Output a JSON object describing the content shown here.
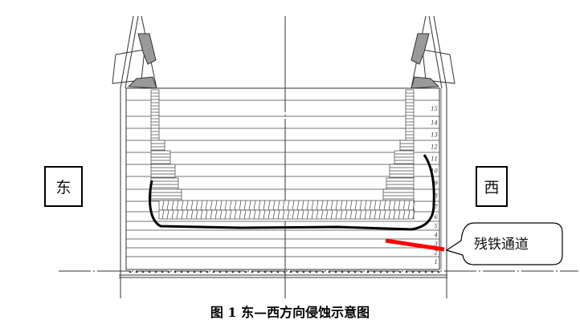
{
  "labels": {
    "east": "东",
    "west": "西",
    "callout": "残铁通道",
    "caption": "图 1  东—西方向侵蚀示意图"
  },
  "course_numbers": [
    "1",
    "2",
    "3",
    "4",
    "5",
    "6",
    "7",
    "8",
    "9",
    "10",
    "11",
    "12",
    "13",
    "14",
    "15"
  ],
  "colors": {
    "erosion_line": "#000000",
    "residual_iron_channel": "#ff0000",
    "drawing_lines": "#333333"
  }
}
